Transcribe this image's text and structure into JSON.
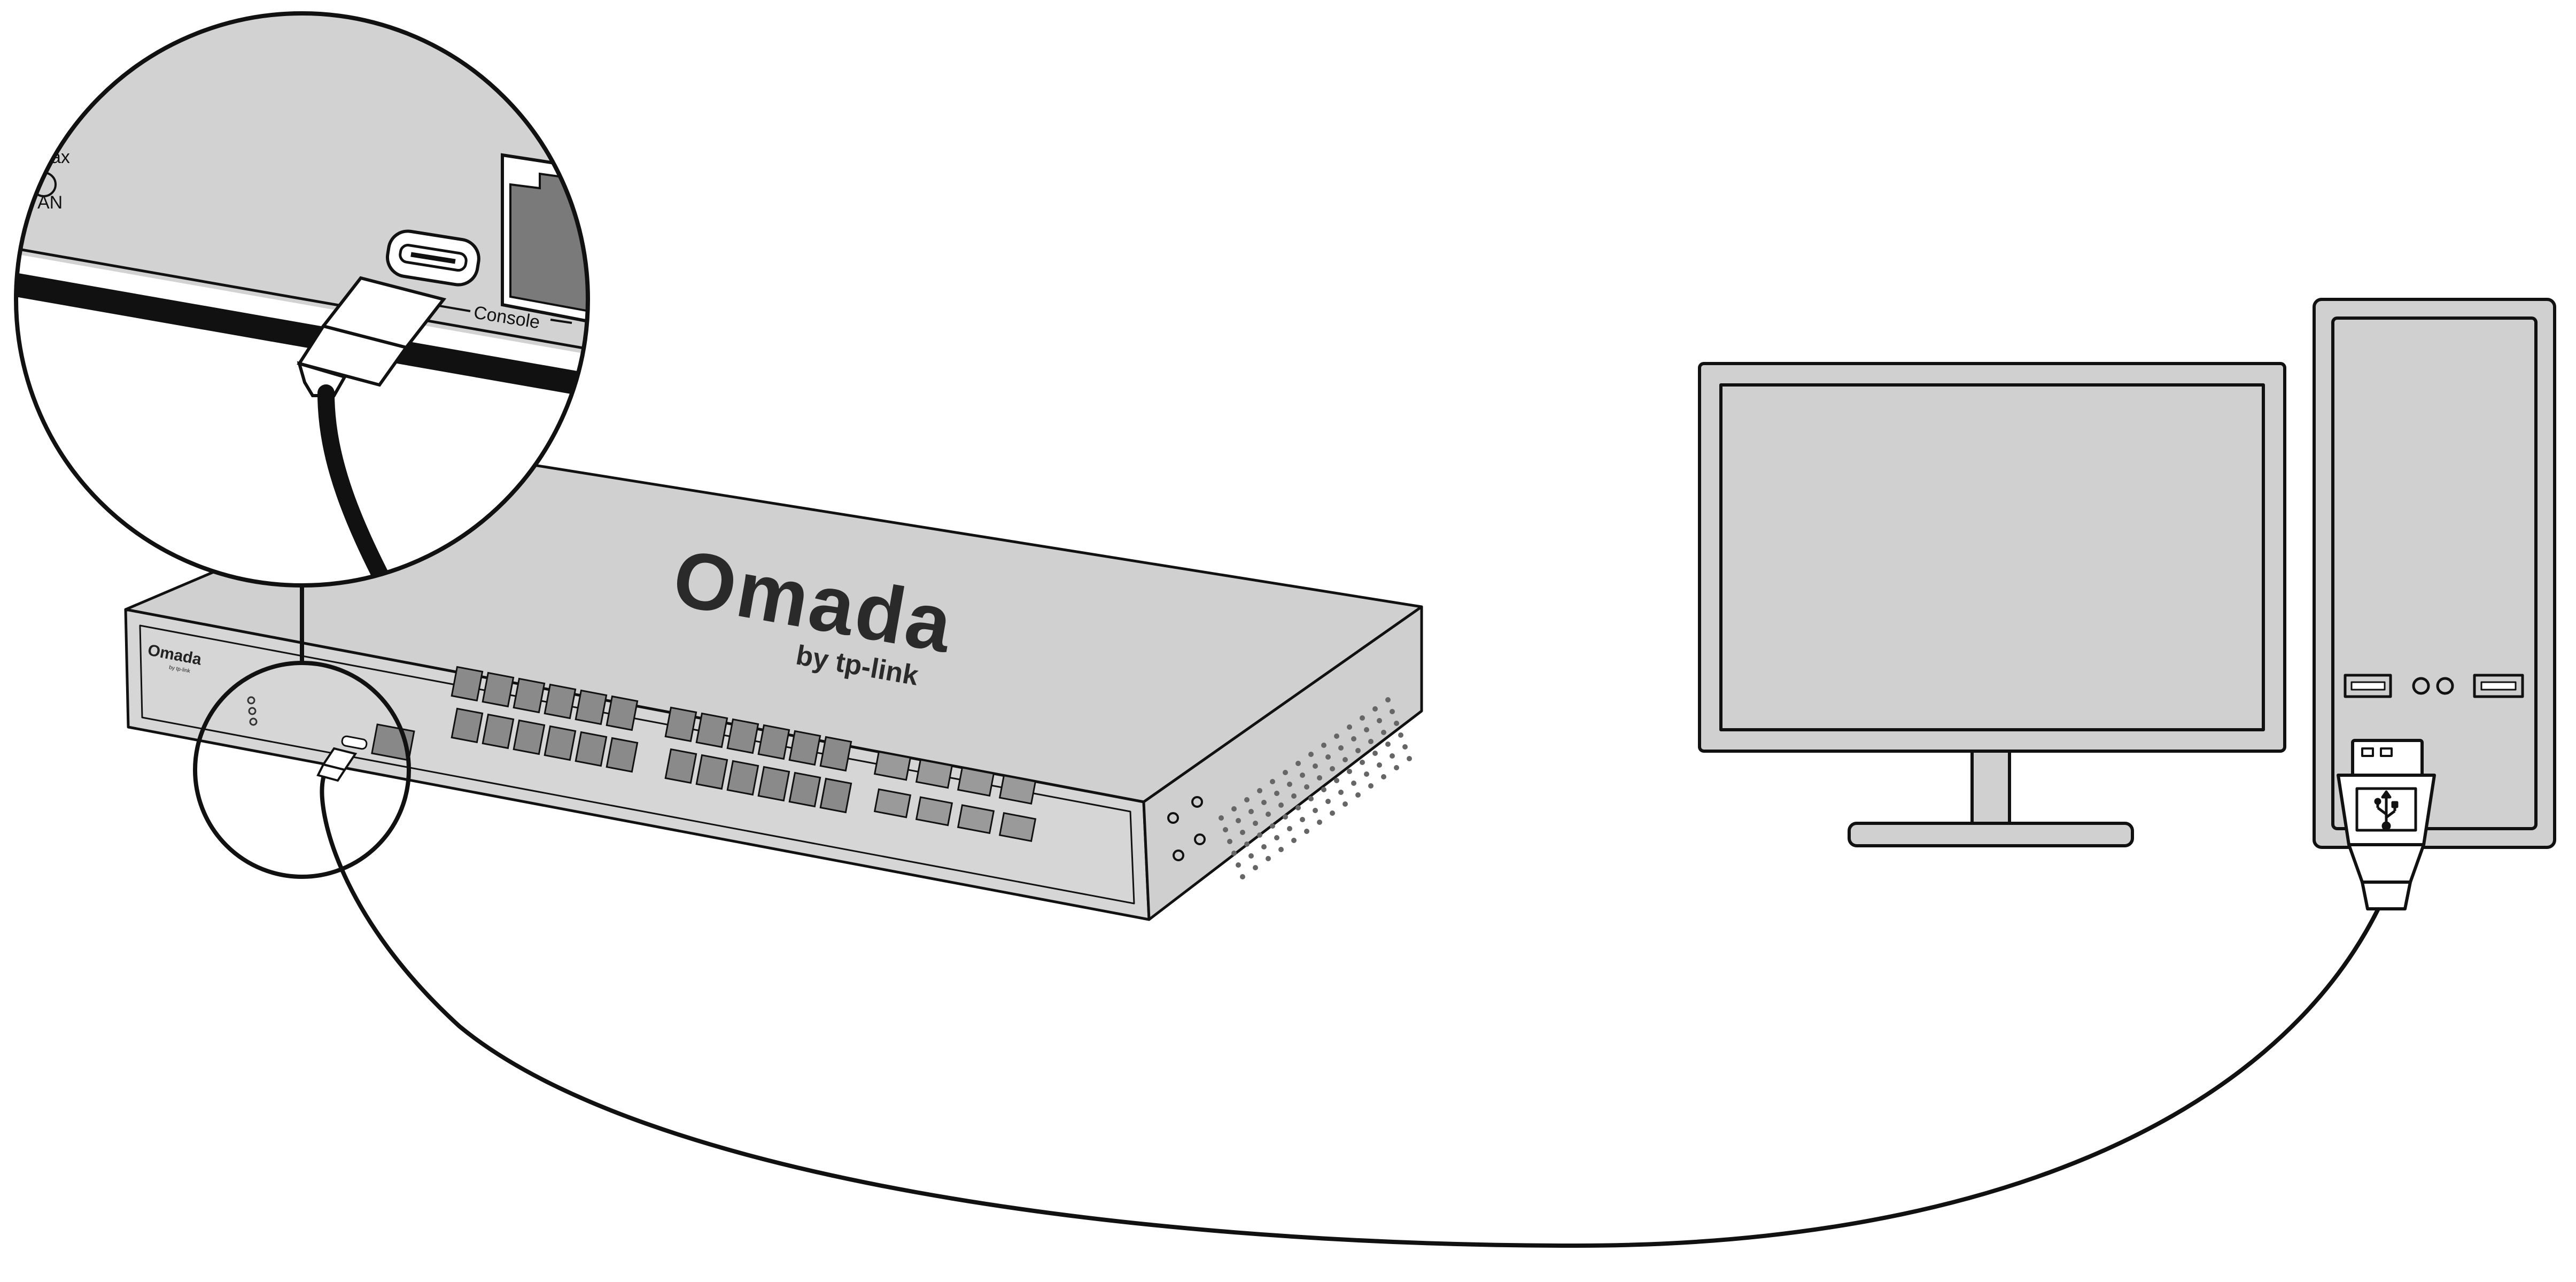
{
  "switch": {
    "brand_top": "Omada",
    "brand_top_sub": "by tp-link",
    "brand_front": "Omada",
    "brand_front_sub": "by tp-link"
  },
  "zoom_inset": {
    "console_label": "Console",
    "partial_label_1": "ax",
    "partial_label_2": "AN"
  },
  "icons": {
    "usb": "usb-icon"
  },
  "colors": {
    "device_fill": "#d2d2d2",
    "outline": "#111111",
    "cable": "#111111"
  }
}
